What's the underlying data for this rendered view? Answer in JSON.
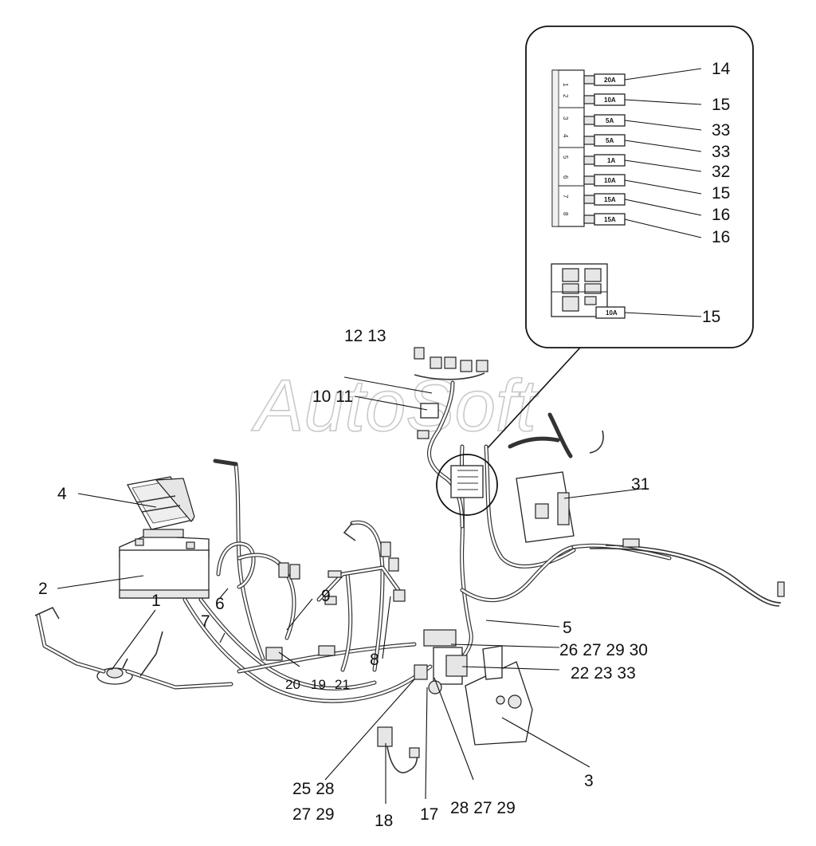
{
  "watermark": "AutoSoft",
  "callouts": {
    "c1": "1",
    "c2": "2",
    "c3": "3",
    "c4": "4",
    "c5": "5",
    "c6": "6",
    "c7": "7",
    "c8": "8",
    "c9": "9",
    "c10_11": "10 11",
    "c12_13": "12 13",
    "c17": "17",
    "c18": "18",
    "c19": "19",
    "c20": "20",
    "c21": "21",
    "c22_23_33": "22 23 33",
    "c26_27_29_30": "26 27 29 30",
    "c25_28": "25 28",
    "c27_29": "27 29",
    "c28_27_29": "28 27 29",
    "c31": "31"
  },
  "fuse_box": {
    "fuses": [
      {
        "slot": "1",
        "rating": "20A",
        "callout": "14"
      },
      {
        "slot": "2",
        "rating": "10A",
        "callout": "15"
      },
      {
        "slot": "3",
        "rating": "5A",
        "callout": "33"
      },
      {
        "slot": "4",
        "rating": "5A",
        "callout": "33"
      },
      {
        "slot": "5",
        "rating": "1A",
        "callout": "32"
      },
      {
        "slot": "6",
        "rating": "10A",
        "callout": "15"
      },
      {
        "slot": "7",
        "rating": "15A",
        "callout": "16"
      },
      {
        "slot": "8",
        "rating": "15A",
        "callout": "16"
      }
    ],
    "relay_fuse": {
      "rating": "10A",
      "callout": "15"
    }
  }
}
